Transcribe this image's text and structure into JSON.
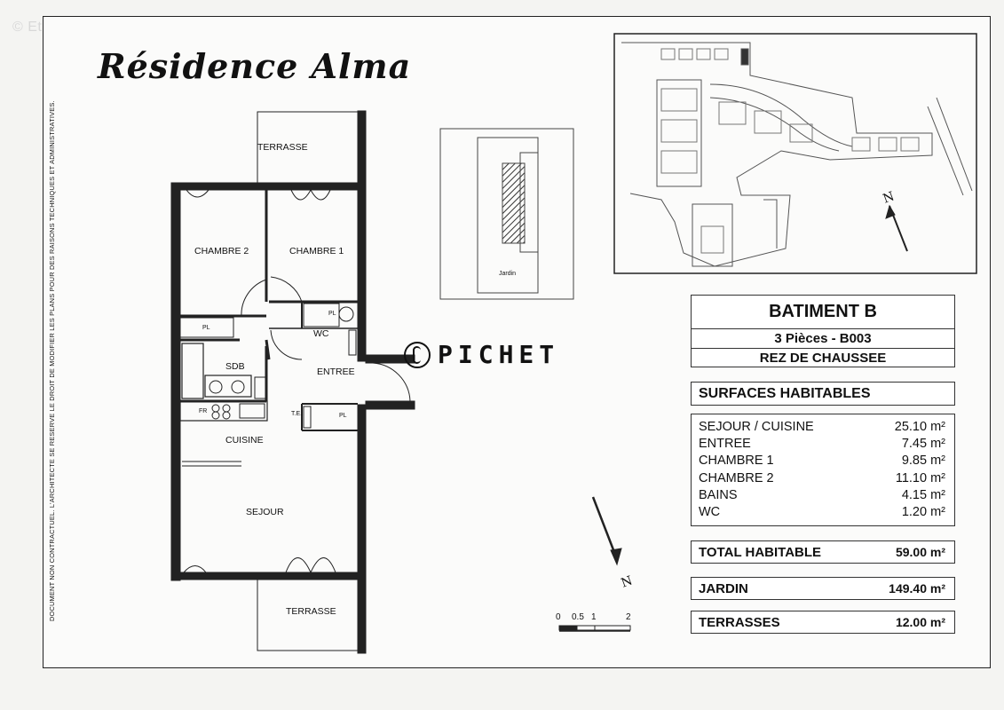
{
  "watermark": "© EtrePropio.com",
  "title": "Résidence Alma",
  "disclaimer": "DOCUMENT NON CONTRACTUEL. L'ARCHITECTE SE RESERVE LE DROIT DE MODIFIER LES PLANS POUR DES RAISONS TECHNIQUES ET ADMINISTRATIVES.",
  "plan": {
    "terrasse_top": "TERRASSE",
    "terrasse_bottom": "TERRASSE",
    "chambre2": "CHAMBRE 2",
    "chambre1": "CHAMBRE 1",
    "wc": "WC",
    "sdb": "SDB",
    "entree": "ENTREE",
    "cuisine": "CUISINE",
    "sejour": "SEJOUR",
    "pl": "PL",
    "te": "T.E.",
    "fr": "FR"
  },
  "site_plan": {
    "jardin": "Jardin"
  },
  "logo": "PICHET",
  "info": {
    "batiment": "BATIMENT B",
    "pieces": "3 Pièces - B003",
    "niveau": "REZ DE CHAUSSEE",
    "surfaces_header": "SURFACES HABITABLES"
  },
  "surfaces": [
    {
      "name": "SEJOUR / CUISINE",
      "value": "25.10 m²"
    },
    {
      "name": "ENTREE",
      "value": "7.45 m²"
    },
    {
      "name": "CHAMBRE 1",
      "value": "9.85 m²"
    },
    {
      "name": "CHAMBRE 2",
      "value": "11.10 m²"
    },
    {
      "name": "BAINS",
      "value": "4.15 m²"
    },
    {
      "name": "WC",
      "value": "1.20 m²"
    }
  ],
  "totals": {
    "total_label": "TOTAL HABITABLE",
    "total_value": "59.00 m²",
    "jardin_label": "JARDIN",
    "jardin_value": "149.40 m²",
    "terrasses_label": "TERRASSES",
    "terrasses_value": "12.00 m²"
  },
  "north_label": "N",
  "scale": {
    "t0": "0",
    "t05": "0.5",
    "t1": "1",
    "t2": "2"
  }
}
